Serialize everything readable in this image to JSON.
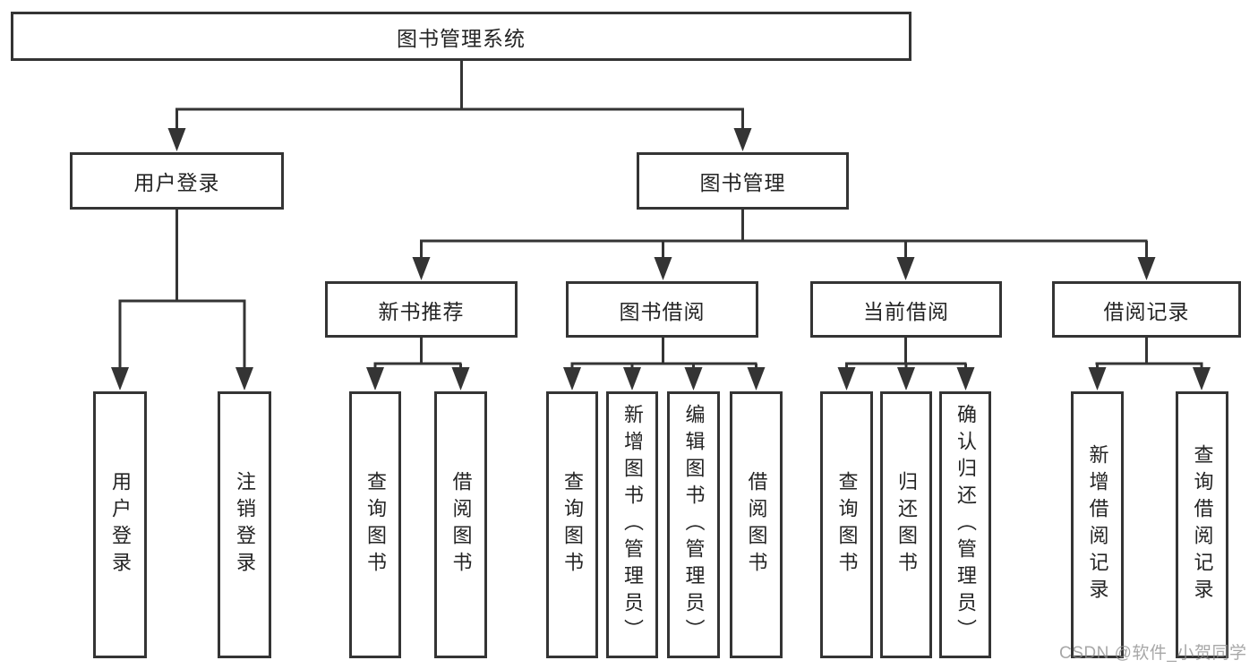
{
  "tree": {
    "label": "图书管理系统",
    "children": [
      {
        "label": "用户登录",
        "children": [
          {
            "label": "用户登录"
          },
          {
            "label": "注销登录"
          }
        ]
      },
      {
        "label": "图书管理",
        "children": [
          {
            "label": "新书推荐",
            "children": [
              {
                "label": "查询图书"
              },
              {
                "label": "借阅图书"
              }
            ]
          },
          {
            "label": "图书借阅",
            "children": [
              {
                "label": "查询图书"
              },
              {
                "label": "新增图书（管理员）"
              },
              {
                "label": "编辑图书（管理员）"
              },
              {
                "label": "借阅图书"
              }
            ]
          },
          {
            "label": "当前借阅",
            "children": [
              {
                "label": "查询图书"
              },
              {
                "label": "归还图书"
              },
              {
                "label": "确认归还（管理员）"
              }
            ]
          },
          {
            "label": "借阅记录",
            "children": [
              {
                "label": "新增借阅记录"
              },
              {
                "label": "查询借阅记录"
              }
            ]
          }
        ]
      }
    ]
  },
  "watermark": "CSDN @软件_小贺同学",
  "colors": {
    "line": "#343434",
    "text": "#242424",
    "background": "#ffffff",
    "watermark": "#8e8e8e"
  }
}
